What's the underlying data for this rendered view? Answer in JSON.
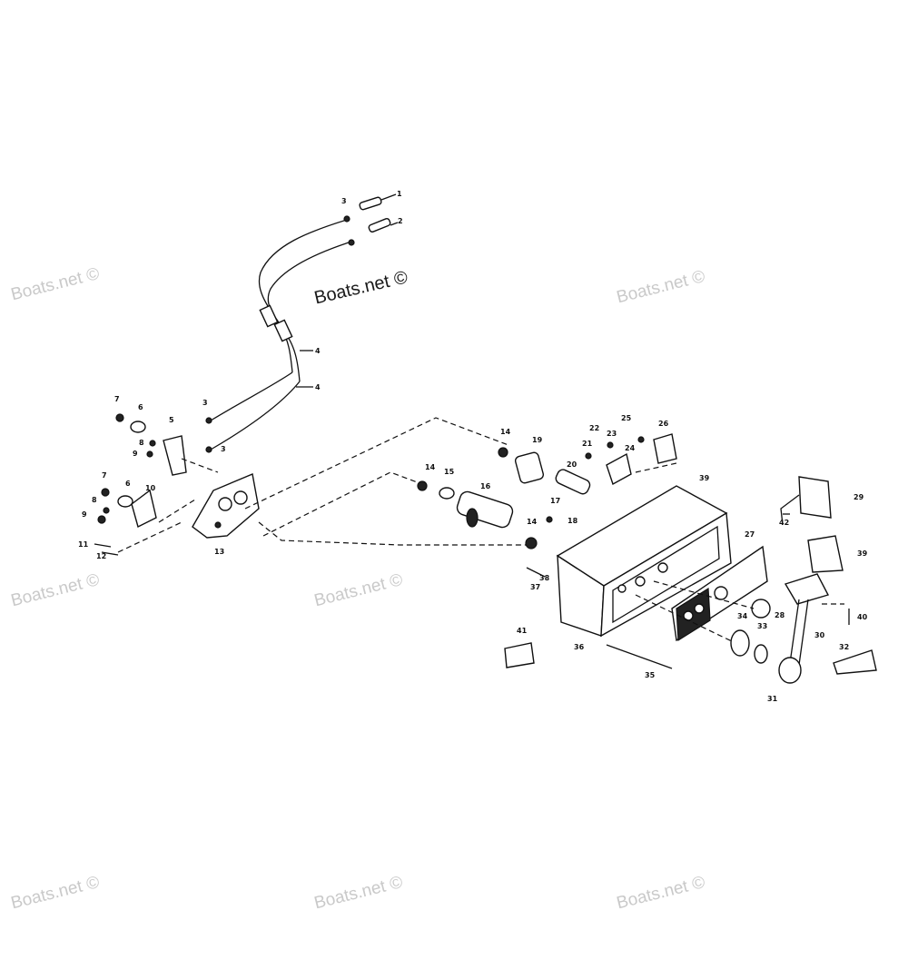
{
  "watermark": {
    "text": "Boats.net ©",
    "prominent_text": "Boats.net ©"
  },
  "part_labels": {
    "p1": "1",
    "p2": "2",
    "p3a": "3",
    "p3b": "3",
    "p3c": "3",
    "p4a": "4",
    "p4b": "4",
    "p5": "5",
    "p6a": "6",
    "p6b": "6",
    "p7a": "7",
    "p7b": "7",
    "p8a": "8",
    "p8b": "8",
    "p9a": "9",
    "p9b": "9",
    "p10": "10",
    "p11": "11",
    "p12": "12",
    "p13": "13",
    "p14a": "14",
    "p14b": "14",
    "p14c": "14",
    "p15": "15",
    "p16": "16",
    "p17": "17",
    "p18": "18",
    "p19": "19",
    "p20": "20",
    "p21": "21",
    "p22": "22",
    "p23": "23",
    "p24": "24",
    "p25": "25",
    "p26": "26",
    "p27": "27",
    "p28": "28",
    "p29": "29",
    "p30": "30",
    "p31": "31",
    "p32": "32",
    "p33": "33",
    "p34": "34",
    "p35": "35",
    "p36": "36",
    "p37": "37",
    "p38": "38",
    "p39a": "39",
    "p39b": "39",
    "p40": "40",
    "p41": "41",
    "p42": "42"
  }
}
